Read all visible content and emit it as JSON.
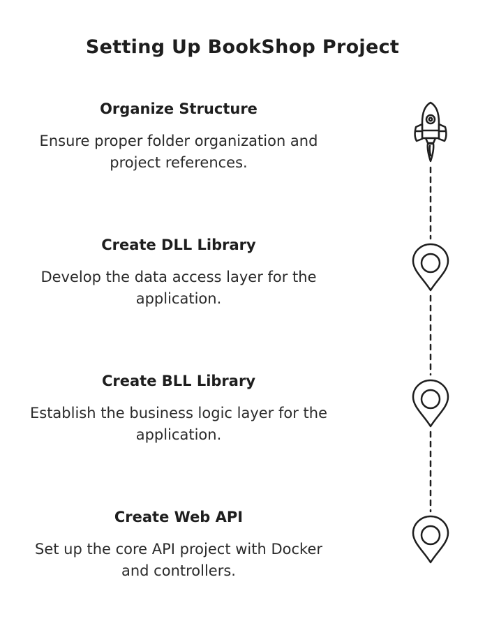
{
  "title": "Setting Up BookShop Project",
  "steps": [
    {
      "title": "Organize Structure",
      "description": "Ensure proper folder organization and project references.",
      "icon": "rocket-icon"
    },
    {
      "title": "Create DLL Library",
      "description": "Develop the data access layer for the application.",
      "icon": "location-pin-icon"
    },
    {
      "title": "Create BLL Library",
      "description": "Establish the business logic layer for the application.",
      "icon": "location-pin-icon"
    },
    {
      "title": "Create Web API",
      "description": "Set up the core API project with Docker and controllers.",
      "icon": "location-pin-icon"
    }
  ],
  "colors": {
    "stroke": "#1e1e1e",
    "background": "#ffffff"
  }
}
